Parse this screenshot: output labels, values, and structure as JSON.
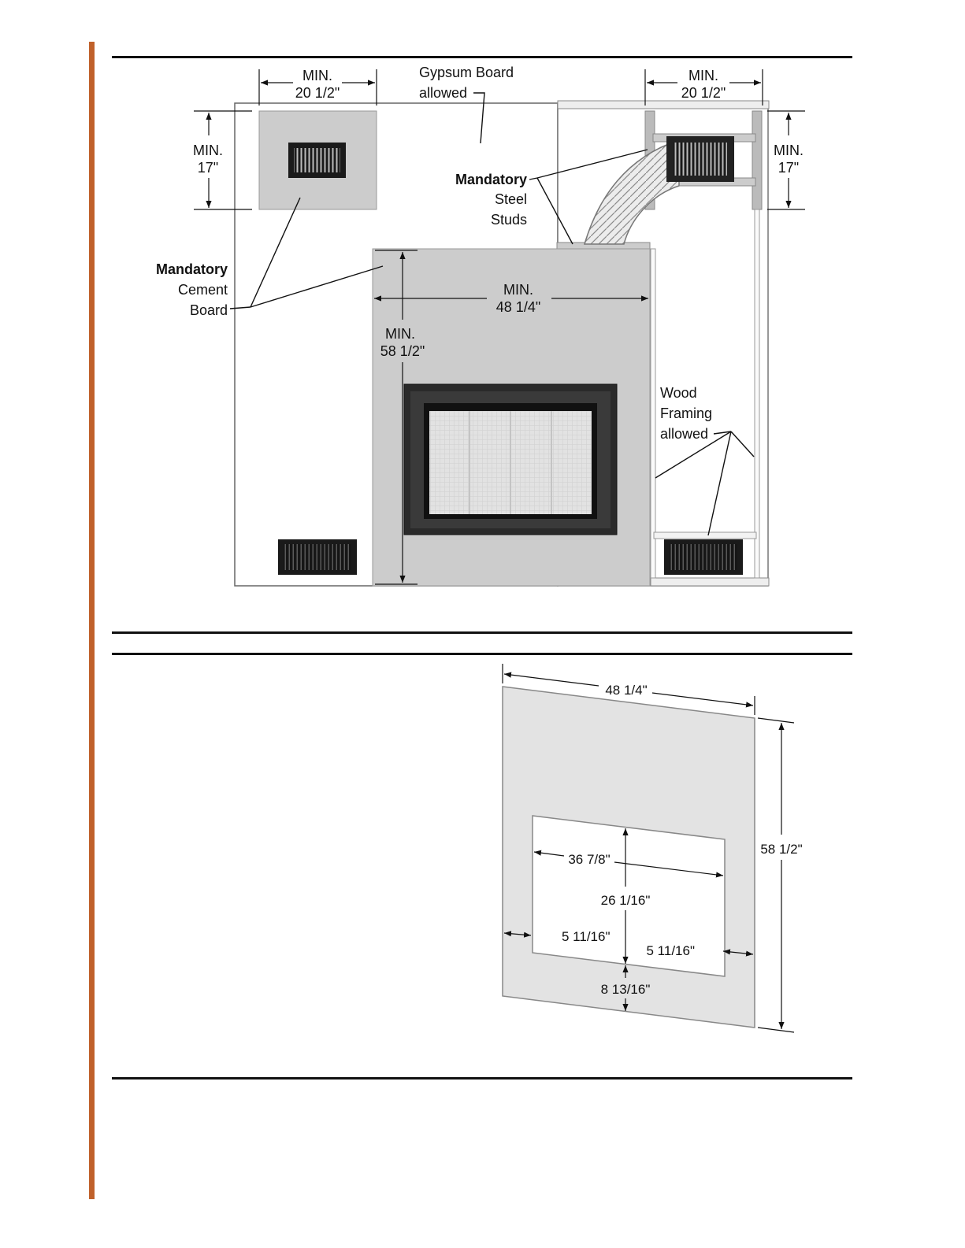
{
  "framing_diagram": {
    "dim_left_width": {
      "line1": "MIN.",
      "line2": "20 1/2\""
    },
    "dim_right_width": {
      "line1": "MIN.",
      "line2": "20 1/2\""
    },
    "dim_left_height": {
      "line1": "MIN.",
      "line2": "17\""
    },
    "dim_right_height": {
      "line1": "MIN.",
      "line2": "17\""
    },
    "dim_board_width": {
      "line1": "MIN.",
      "line2": "48 1/4\""
    },
    "dim_board_height": {
      "line1": "MIN.",
      "line2": "58 1/2\""
    },
    "gypsum_label": {
      "line1": "Gypsum Board",
      "line2": "allowed"
    },
    "steel_studs_label": {
      "bold": "Mandatory",
      "line2": "Steel",
      "line3": "Studs"
    },
    "cement_board_label": {
      "bold": "Mandatory",
      "line2": "Cement",
      "line3": "Board"
    },
    "wood_framing_label": {
      "line1": "Wood",
      "line2": "Framing",
      "line3": "allowed"
    }
  },
  "panel_diagram": {
    "width": "48 1/4\"",
    "height": "58 1/2\"",
    "opening_width": "36 7/8\"",
    "opening_height": "26 1/16\"",
    "side_left": "5 11/16\"",
    "side_right": "5 11/16\"",
    "bottom": "8 13/16\""
  }
}
